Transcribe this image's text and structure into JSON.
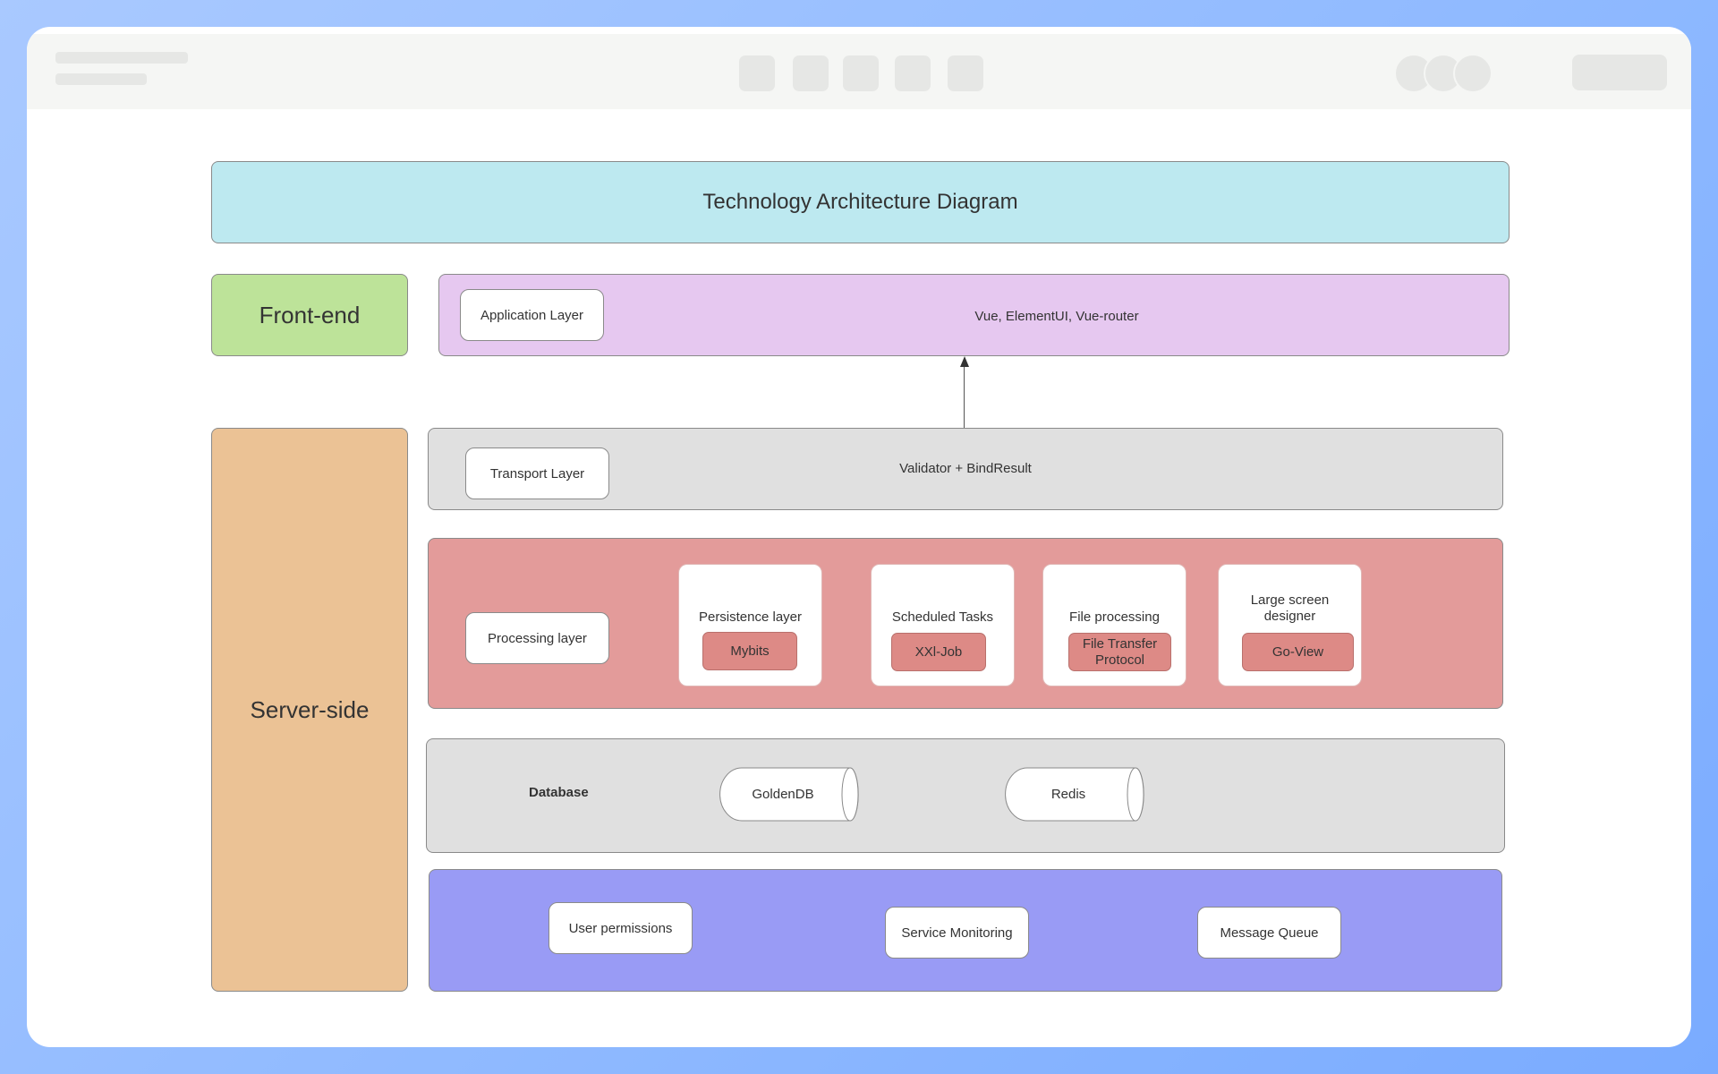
{
  "diagram": {
    "title": "Technology Architecture Diagram",
    "frontend": {
      "label": "Front-end",
      "application_layer": "Application Layer",
      "tech": "Vue, ElementUI, Vue-router"
    },
    "server": {
      "label": "Server-side",
      "transport": {
        "label": "Transport Layer",
        "tech": "Validator + BindResult"
      },
      "processing": {
        "label": "Processing layer",
        "modules": [
          {
            "title": "Persistence layer",
            "tag": "Mybits"
          },
          {
            "title": "Scheduled Tasks",
            "tag": "XXl-Job"
          },
          {
            "title": "File processing",
            "tag": "File Transfer Protocol"
          },
          {
            "title": "Large screen designer",
            "tag": "Go-View"
          }
        ]
      },
      "database": {
        "label": "Database",
        "stores": [
          "GoldenDB",
          "Redis"
        ]
      },
      "services": [
        "User permissions",
        "Service Monitoring",
        "Message Queue"
      ]
    }
  },
  "colors": {
    "title_bg": "#bde9f0",
    "frontend_label_bg": "#bde399",
    "frontend_bg": "#e6c8f0",
    "server_label_bg": "#ebc295",
    "transport_bg": "#e0e0e0",
    "processing_bg": "#e39b9a",
    "database_bg": "#e0e0e0",
    "services_bg": "#999bf5"
  }
}
